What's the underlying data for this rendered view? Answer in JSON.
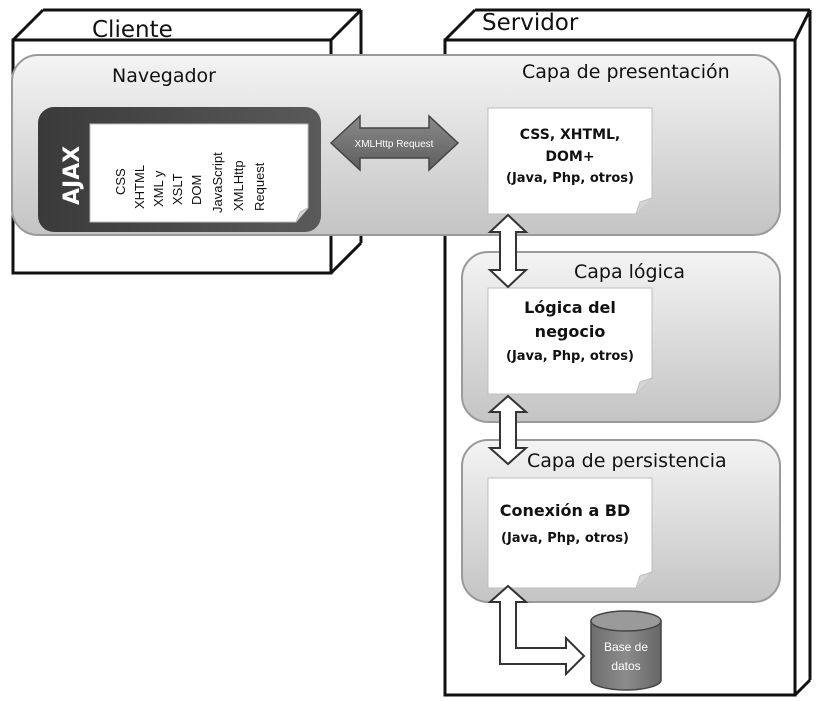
{
  "client": {
    "title": "Cliente",
    "browser_label": "Navegador",
    "ajax_label": "AJAX",
    "ajax_items": [
      "CSS",
      "XHTML",
      "XML y",
      "XSLT",
      "DOM",
      "JavaScript",
      "XMLHttp",
      "Request"
    ]
  },
  "connector_label": "XMLHttp Request",
  "server": {
    "title": "Servidor",
    "presentation": {
      "label": "Capa de presentación",
      "note_line1": "CSS, XHTML,",
      "note_line2": "DOM+",
      "note_line3": "(Java, Php, otros)"
    },
    "logic": {
      "label": "Capa lógica",
      "note_line1": "Lógica del",
      "note_line2": "negocio",
      "note_line3": "(Java, Php, otros)"
    },
    "persistence": {
      "label": "Capa de persistencia",
      "note_line1": "Conexión a BD",
      "note_line2": "(Java, Php, otros)"
    },
    "database": {
      "line1": "Base de",
      "line2": "datos"
    }
  }
}
